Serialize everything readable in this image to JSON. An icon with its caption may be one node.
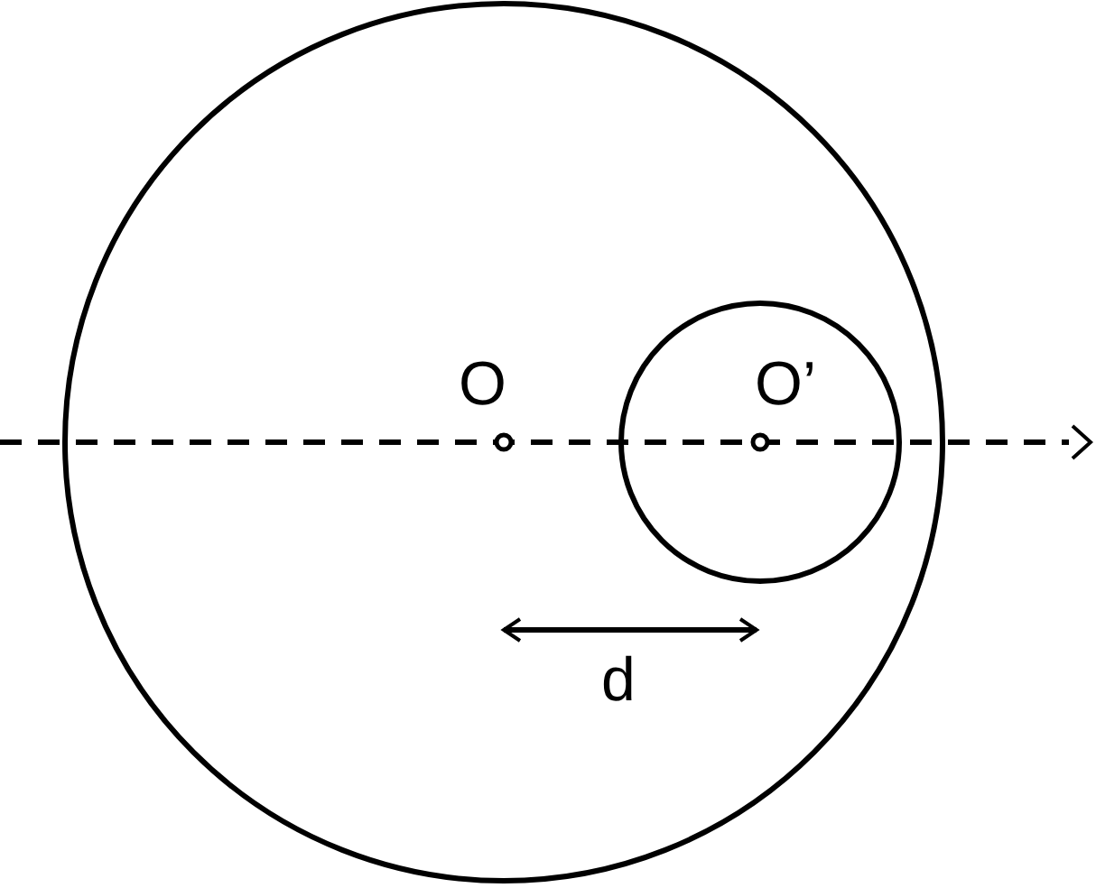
{
  "diagram": {
    "labels": [
      "O",
      "O’",
      "d"
    ]
  }
}
